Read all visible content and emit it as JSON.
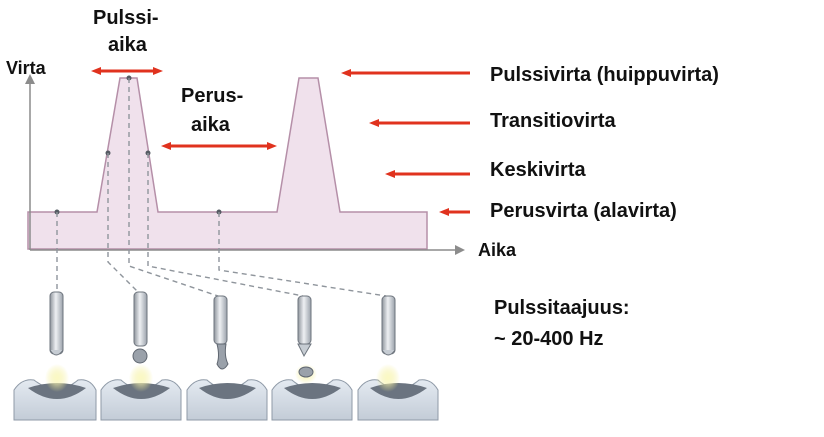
{
  "axes": {
    "y_label": "Virta",
    "x_label": "Aika"
  },
  "time_labels": {
    "pulse_time_line1": "Pulssi-",
    "pulse_time_line2": "aika",
    "base_time_line1": "Perus-",
    "base_time_line2": "aika"
  },
  "current_levels": [
    "Pulssivirta (huippuvirta)",
    "Transitiovirta",
    "Keskivirta",
    "Perusvirta (alavirta)"
  ],
  "frequency": {
    "line1": "Pulssitaajuus:",
    "line2": "~ 20-400 Hz"
  },
  "colors": {
    "waveform_fill": "#f0e1ec",
    "waveform_stroke": "#b58fa8",
    "arrow": "#e0321e",
    "axis": "#8c8c8c",
    "electrode": "#c8ccd2",
    "workpiece": "#cfd8e2",
    "weld_pool": "#6b7480",
    "arc_glow": "#f6f2a0"
  }
}
